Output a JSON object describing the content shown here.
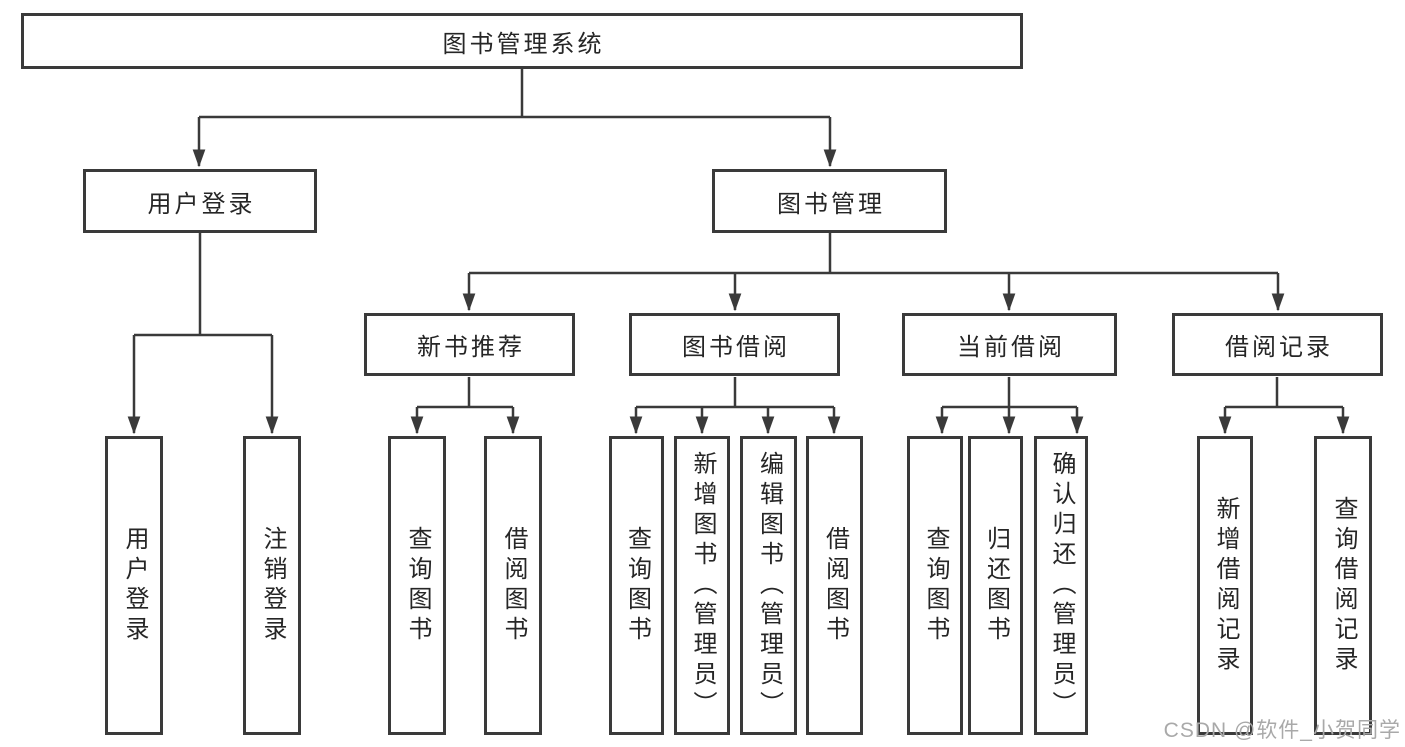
{
  "colors": {
    "line": "#3a3a3a",
    "box_border": "#3a3a3a",
    "text": "#262626",
    "watermark": "#a9a9a9",
    "background": "#ffffff"
  },
  "diagram": {
    "root": {
      "label": "图书管理系统"
    },
    "level1": [
      {
        "label": "用户登录"
      },
      {
        "label": "图书管理"
      }
    ],
    "level2": [
      {
        "label": "新书推荐"
      },
      {
        "label": "图书借阅"
      },
      {
        "label": "当前借阅"
      },
      {
        "label": "借阅记录"
      }
    ],
    "leaves": {
      "user_login": [
        {
          "label": "用户登录"
        },
        {
          "label": "注销登录"
        }
      ],
      "new_book_recommend": [
        {
          "label": "查询图书"
        },
        {
          "label": "借阅图书"
        }
      ],
      "book_borrowing": [
        {
          "label": "查询图书"
        },
        {
          "label": "新增图书（管理员）"
        },
        {
          "label": "编辑图书（管理员）"
        },
        {
          "label": "借阅图书"
        }
      ],
      "current_borrowing": [
        {
          "label": "查询图书"
        },
        {
          "label": "归还图书"
        },
        {
          "label": "确认归还（管理员）"
        }
      ],
      "borrowing_records": [
        {
          "label": "新增借阅记录"
        },
        {
          "label": "查询借阅记录"
        }
      ]
    }
  },
  "watermark": {
    "text": "CSDN @软件_小贺同学"
  }
}
